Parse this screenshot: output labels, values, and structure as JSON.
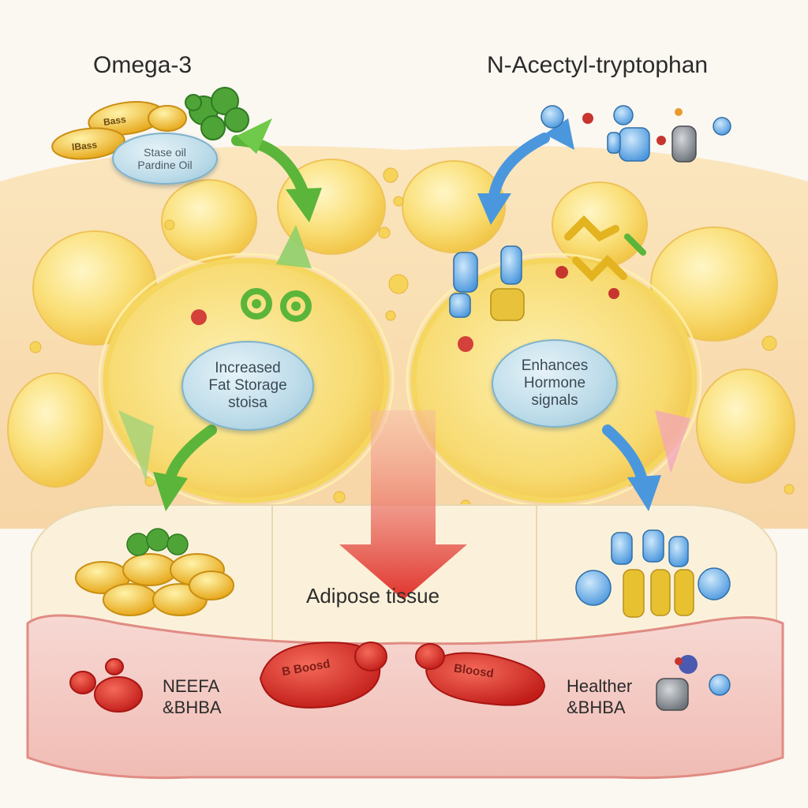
{
  "titles": {
    "left": "Omega-3",
    "right": "N-Acectyl-tryptophan"
  },
  "supplement": {
    "capsule_text_1": "Bass",
    "capsule_text_2": "lBass",
    "oil_label_line1": "Stase oil",
    "oil_label_line2": "Pardine Oil"
  },
  "cells": {
    "left_label": [
      "Increased",
      "Fat Storage",
      "stoisa"
    ],
    "right_label": [
      "Enhances",
      "Hormone",
      "signals"
    ]
  },
  "tissue": {
    "label": "Adipose tissue"
  },
  "blood": {
    "left_text": "NEEFA\n&BHBA",
    "right_text": "Healther\n&BHBA",
    "cell_text_1": "B Boosd",
    "cell_text_2": "Bloosd"
  },
  "colors": {
    "omega_arrow": "#5bb53a",
    "tryptophan_arrow": "#4b97dd",
    "central_arrow": "#e0332b",
    "fat_cell": "#f6d45a",
    "blood_band": "#f3c9c4",
    "blood_cell": "#d92a24"
  },
  "icons": [
    "capsule-icon",
    "molecule-icon",
    "gear-icon",
    "leaf-icon",
    "blood-cell-icon",
    "arrow-icon"
  ]
}
